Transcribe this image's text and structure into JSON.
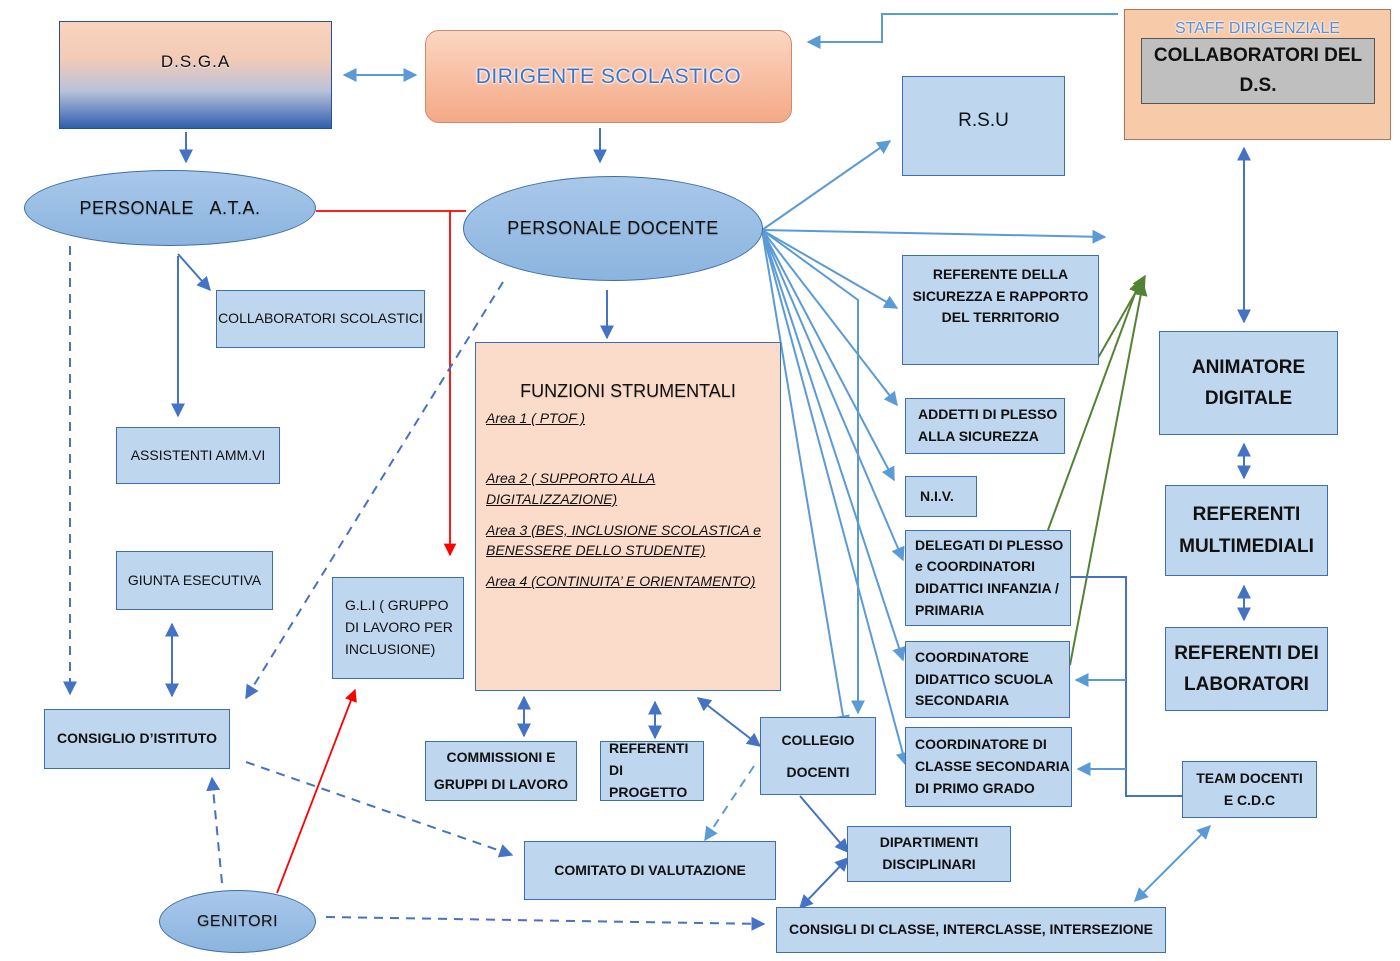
{
  "dsga": "D.S.G.A",
  "dirigente": "DIRIGENTE SCOLASTICO",
  "staff": {
    "title": "STAFF DIRIGENZIALE",
    "collaboratori": "COLLABORATORI DEL D.S."
  },
  "rsu": "R.S.U",
  "personale_ata": "PERSONALE   A.T.A.",
  "personale_docente": "PERSONALE DOCENTE",
  "collaboratori_scolastici": "COLLABORATORI SCOLASTICI",
  "assistenti": "ASSISTENTI AMM.VI",
  "giunta": "GIUNTA ESECUTIVA",
  "consiglio_istituto": "CONSIGLIO D’ISTITUTO",
  "gli": "G.L.I ( GRUPPO DI LAVORO PER INCLUSIONE)",
  "funzioni": {
    "title": "FUNZIONI STRUMENTALI",
    "areas": [
      "Area 1 ( PTOF )",
      "Area 2 ( SUPPORTO ALLA DIGITALIZZAZIONE)",
      "Area 3 (BES, INCLUSIONE SCOLASTICA e BENESSERE DELLO STUDENTE)",
      "Area 4 (CONTINUITA’ E ORIENTAMENTO)"
    ]
  },
  "commissioni": "COMMISSIONI E GRUPPI DI LAVORO",
  "referenti_progetto": "REFERENTI DI PROGETTO",
  "collegio": "COLLEGIO DOCENTI",
  "comitato": "COMITATO DI VALUTAZIONE",
  "dipartimenti": "DIPARTIMENTI DISCIPLINARI",
  "consigli_classe": "CONSIGLI DI CLASSE, INTERCLASSE, INTERSEZIONE",
  "genitori": "GENITORI",
  "referente_sicurezza": "REFERENTE DELLA SICUREZZA E RAPPORTO DEL TERRITORIO",
  "addetti_plesso": "ADDETTI DI PLESSO ALLA SICUREZZA",
  "niv": "N.I.V.",
  "delegati_plesso": "DELEGATI DI PLESSO e COORDINATORI DIDATTICI INFANZIA / PRIMARIA",
  "coord_secondaria": "COORDINATORE DIDATTICO SCUOLA SECONDARIA",
  "coord_classe": "COORDINATORE DI CLASSE SECONDARIA DI PRIMO GRADO",
  "animatore": "ANIMATORE DIGITALE",
  "referenti_multimediali": "REFERENTI MULTIMEDIALI",
  "referenti_laboratori": "REFERENTI DEI LABORATORI",
  "team_docenti": "TEAM DOCENTI E C.D.C",
  "colors": {
    "arrow_blue": "#5b9bd5",
    "arrow_dark": "#4472c4",
    "arrow_red": "#ff0000",
    "arrow_green": "#548235",
    "box_fill": "#bed6ee",
    "peach": "#fbdccb"
  }
}
